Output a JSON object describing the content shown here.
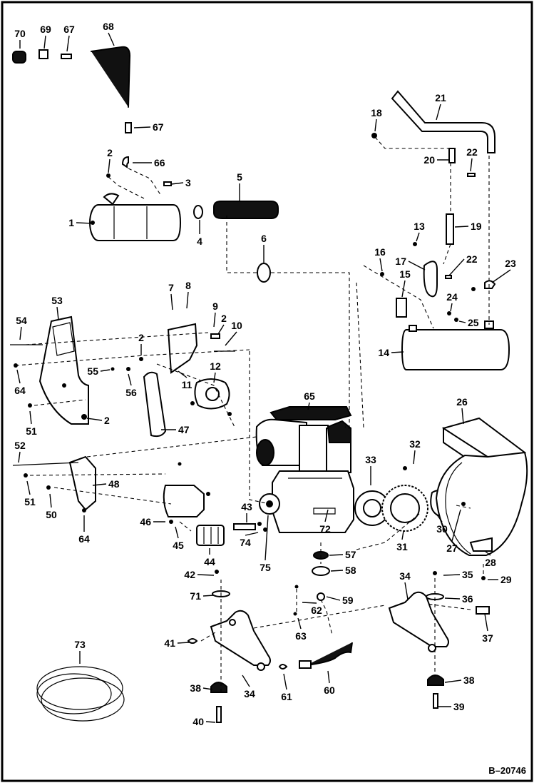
{
  "figure_code": "B–20746",
  "callouts": [
    "1",
    "2",
    "3",
    "4",
    "5",
    "6",
    "7",
    "8",
    "9",
    "10",
    "11",
    "12",
    "13",
    "14",
    "15",
    "16",
    "17",
    "18",
    "19",
    "20",
    "21",
    "22",
    "23",
    "24",
    "25",
    "26",
    "27",
    "28",
    "29",
    "30",
    "31",
    "32",
    "33",
    "34",
    "35",
    "36",
    "37",
    "38",
    "39",
    "40",
    "41",
    "42",
    "43",
    "44",
    "45",
    "46",
    "47",
    "48",
    "50",
    "51",
    "52",
    "53",
    "54",
    "55",
    "56",
    "57",
    "58",
    "59",
    "60",
    "61",
    "62",
    "63",
    "64",
    "65",
    "66",
    "67",
    "68",
    "69",
    "70",
    "71",
    "72",
    "73",
    "74",
    "75"
  ]
}
